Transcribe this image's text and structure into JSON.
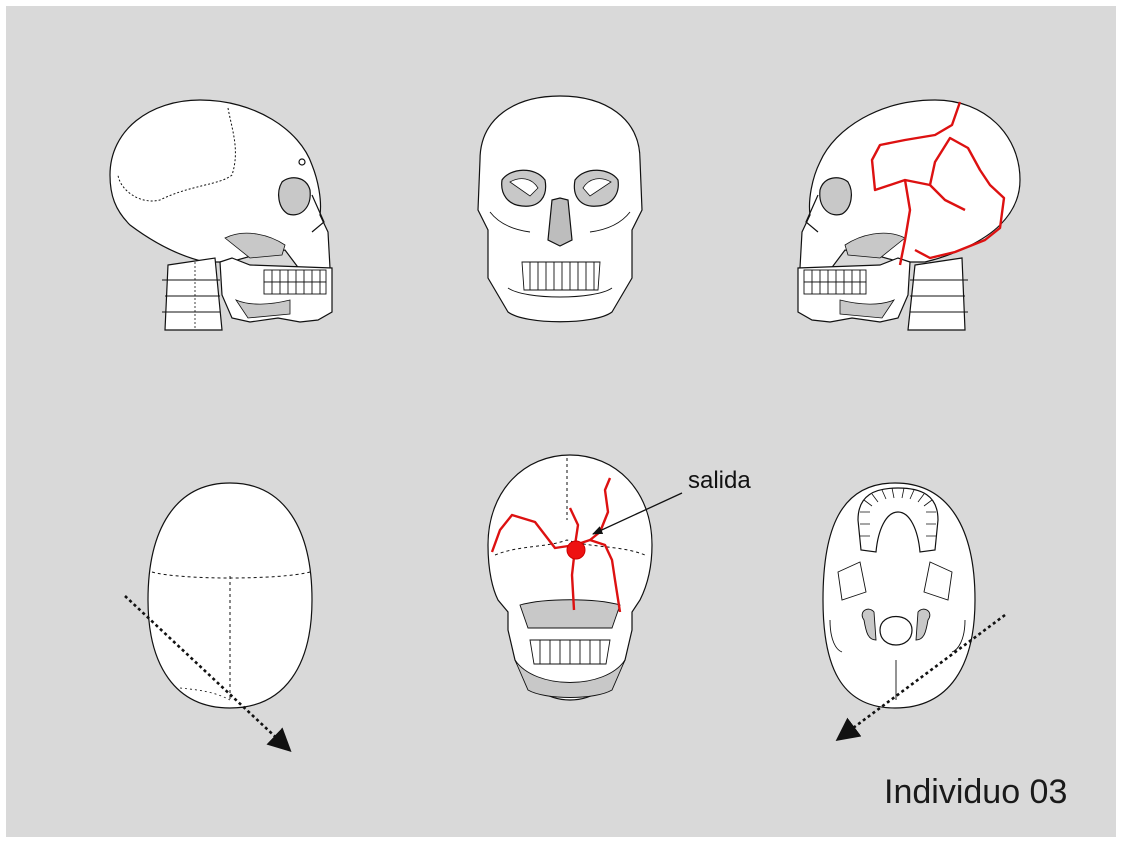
{
  "labels": {
    "exit": "salida",
    "individual": "Individuo 03"
  },
  "colors": {
    "background": "#d9d9d9",
    "bone": "#ffffff",
    "shade": "#c8c8c8",
    "fracture": "#dd1111",
    "outline": "#111111"
  },
  "views": [
    {
      "name": "lateral-right",
      "fractures": false
    },
    {
      "name": "anterior",
      "fractures": false
    },
    {
      "name": "lateral-left",
      "fractures": true
    },
    {
      "name": "superior",
      "trajectory": "entry-exit-arrow"
    },
    {
      "name": "posterior",
      "fractures": true,
      "marker": "exit-wound"
    },
    {
      "name": "inferior",
      "trajectory": "entry-exit-arrow"
    }
  ]
}
